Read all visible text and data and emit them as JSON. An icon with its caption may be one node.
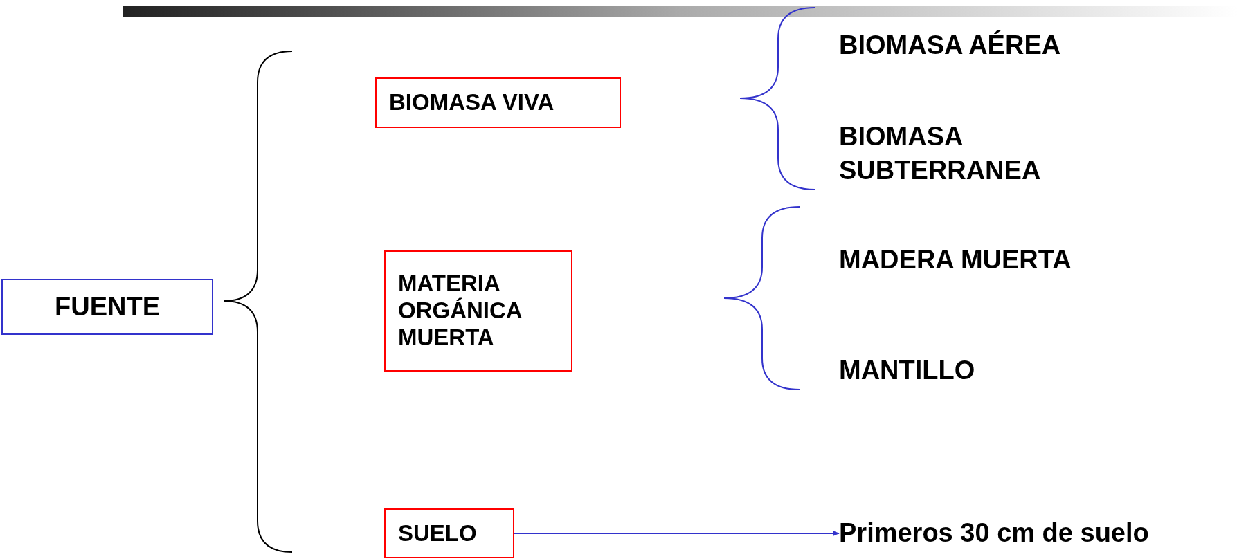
{
  "diagram": {
    "nodes": [
      {
        "text": [
          "FUENTE"
        ]
      },
      {
        "text": [
          "BIOMASA VIVA"
        ]
      },
      {
        "text": [
          "MATERIA ORGÁNICA MUERTA"
        ]
      },
      {
        "text": [
          "SUELO"
        ]
      },
      {
        "text": [
          "BIOMASA AÉREA"
        ]
      },
      {
        "text": [
          "BIOMASA SUBTERRANEA"
        ]
      },
      {
        "text": [
          "MADERA MUERTA"
        ]
      },
      {
        "text": [
          "MANTILLO"
        ]
      },
      {
        "text": [
          "Primeros 30 cm de suelo"
        ]
      }
    ],
    "edges": [
      {
        "from": 3,
        "to": 8,
        "arrow": "to",
        "color": "#3333cc"
      }
    ]
  }
}
